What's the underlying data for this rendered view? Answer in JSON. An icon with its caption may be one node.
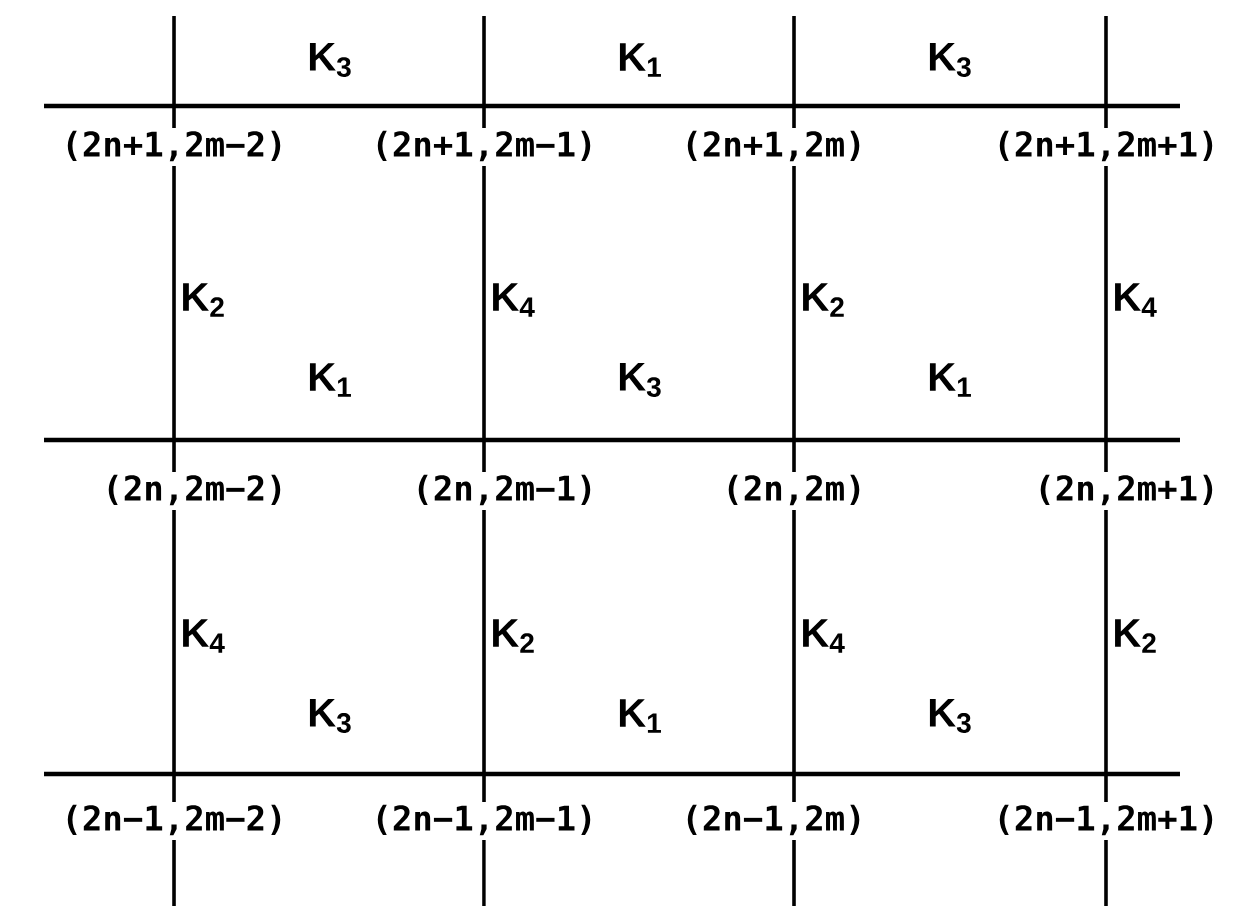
{
  "diagram": {
    "labels": [
      "K$_{3}$",
      "K$_{1}$",
      "K$_{3}$",
      "(2n+1,2m−2)",
      "(2n+1,2m−1)",
      "(2n+1,2m)",
      "(2n+1,2m+1)",
      "K$_{2}$",
      "K$_{4}$",
      "K$_{2}$",
      "K$_{4}$",
      "K$_{1}$",
      "K$_{3}$",
      "K$_{1}$",
      "(2n,2m−2)",
      "(2n,2m−1)",
      "(2n,2m)",
      "(2n,2m+1)",
      "K$_{4}$",
      "K$_{2}$",
      "K$_{4}$",
      "K$_{2}$",
      "K$_{3}$",
      "K$_{1}$",
      "K$_{3}$",
      "(2n−1,2m−2)",
      "(2n−1,2m−1)",
      "(2n−1,2m)",
      "(2n−1,2m+1)"
    ]
  }
}
